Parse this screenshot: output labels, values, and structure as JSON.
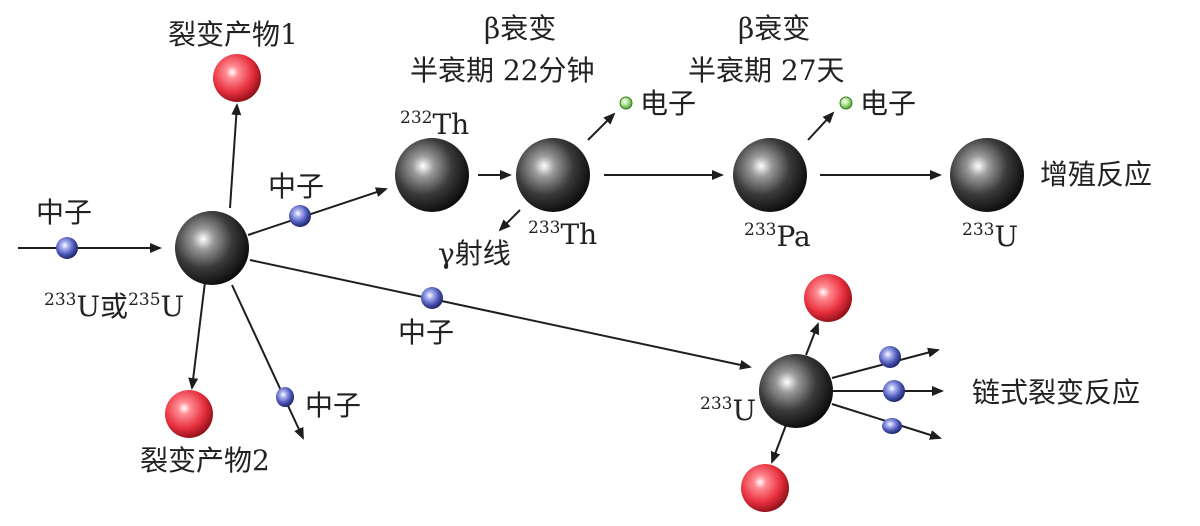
{
  "diagram": {
    "colors": {
      "nucleus": "#4d4d4d",
      "neutron": "#4a55b5",
      "fission_product": "#e8303d",
      "electron": "#7fcf5c",
      "arrow": "#1e1e1e"
    },
    "labels": {
      "neutron_in": "中子",
      "fission_product_1": "裂变产物1",
      "fission_product_2": "裂变产物2",
      "neutron_top": "中子",
      "neutron_mid": "中子",
      "neutron_low": "中子",
      "beta_decay_1": "β衰变",
      "half_life_1": "半衰期  22分钟",
      "beta_decay_2": "β衰变",
      "half_life_2": "半衰期  27天",
      "electron_1": "电子",
      "electron_2": "电子",
      "gamma": "γ射线",
      "breeding": "增殖反应",
      "chain": "链式裂变反应"
    },
    "isotopes": {
      "u_or_u": {
        "mass1": "233",
        "sym1": "U或",
        "mass2": "235",
        "sym2": "U"
      },
      "th232": {
        "mass": "232",
        "sym": "Th"
      },
      "th233": {
        "mass": "233",
        "sym": "Th"
      },
      "pa233": {
        "mass": "233",
        "sym": "Pa"
      },
      "u233_breed": {
        "mass": "233",
        "sym": "U"
      },
      "u233_chain": {
        "mass": "233",
        "sym": "U"
      }
    }
  }
}
